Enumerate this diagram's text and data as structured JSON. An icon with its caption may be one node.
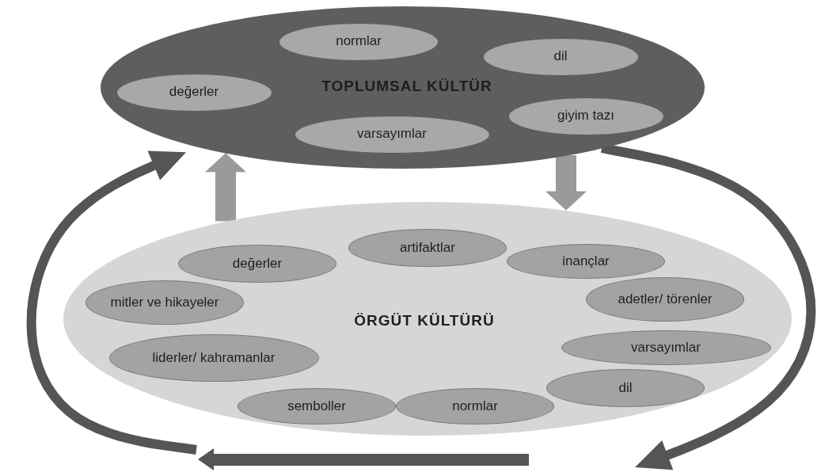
{
  "diagram": {
    "nodes": [
      {
        "text": [
          "TOPLUMSAL KÜLTÜR"
        ]
      },
      {
        "text": [
          "normlar"
        ],
        "in": 0
      },
      {
        "text": [
          "dil"
        ],
        "in": 0
      },
      {
        "text": [
          "değerler"
        ],
        "in": 0
      },
      {
        "text": [
          "giyim tazı"
        ],
        "in": 0
      },
      {
        "text": [
          "varsayımlar"
        ],
        "in": 0
      },
      {
        "text": [
          "ÖRGÜT KÜLTÜRÜ"
        ]
      },
      {
        "text": [
          "artifaktlar"
        ],
        "in": 6
      },
      {
        "text": [
          "inançlar"
        ],
        "in": 6
      },
      {
        "text": [
          "değerler"
        ],
        "in": 6
      },
      {
        "text": [
          "adetler/ törenler"
        ],
        "in": 6
      },
      {
        "text": [
          "mitler ve hikayeler"
        ],
        "in": 6
      },
      {
        "text": [
          "varsayımlar"
        ],
        "in": 6
      },
      {
        "text": [
          "liderler/ kahramanlar"
        ],
        "in": 6
      },
      {
        "text": [
          "dil"
        ],
        "in": 6
      },
      {
        "text": [
          "semboller"
        ],
        "in": 6
      },
      {
        "text": [
          "normlar"
        ],
        "in": 6
      }
    ],
    "edges": [
      {
        "from": 6,
        "to": 0,
        "arrow": "to",
        "style": "thick",
        "color": "#9a9a9a"
      },
      {
        "from": 0,
        "to": 6,
        "arrow": "to",
        "style": "thick",
        "color": "#9a9a9a"
      },
      {
        "from": null,
        "to": 0,
        "arrow": "to",
        "style": "thick",
        "color": "#555555"
      },
      {
        "from": 0,
        "to": null,
        "arrow": "to",
        "style": "thick",
        "color": "#555555"
      }
    ]
  }
}
